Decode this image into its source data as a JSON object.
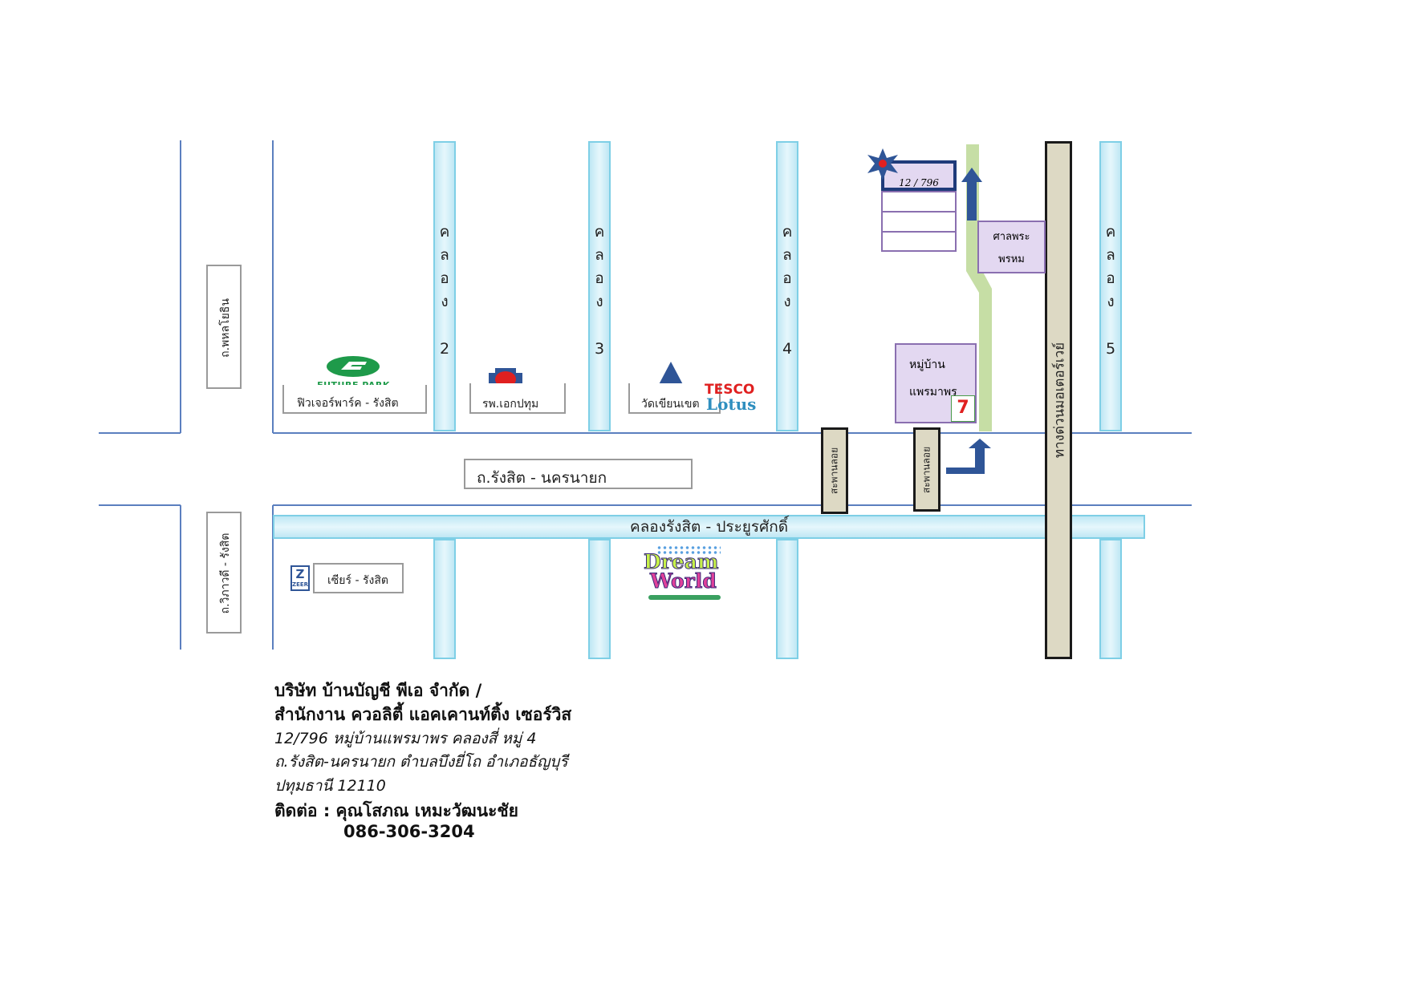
{
  "roads": {
    "phahonyothin": "ถ.พหลโยธิน",
    "wiphawadi": "ถ.วิภาวดี - รังสิต",
    "rangsit_nakhon_nayok": "ถ.รังสิต - นครนายก",
    "outer_ring": "ทางด่วนมอเตอร์เวย์"
  },
  "canals": {
    "rangsit_prayoonsak": "คลองรังสิต - ประยูรศักดิ์",
    "klong2": [
      "ค",
      "ล",
      "อ",
      "ง",
      "2"
    ],
    "klong3": [
      "ค",
      "ล",
      "อ",
      "ง",
      "3"
    ],
    "klong4": [
      "ค",
      "ล",
      "อ",
      "ง",
      "4"
    ],
    "klong5": [
      "ค",
      "ล",
      "อ",
      "ง",
      "5"
    ]
  },
  "bridges": {
    "left": "สะพานลอย",
    "right": "สะพานลอย"
  },
  "landmarks": {
    "future_park_logo": "FUTURE PARK RANGSIT",
    "future_park": "ฟิวเจอร์พาร์ค - รังสิต",
    "hospital": "รพ.เอกปทุม",
    "temple": "วัดเขียนเขต",
    "tesco_1": "TESCO",
    "tesco_2": "Lotus",
    "zeer_logo": "ZEER",
    "zeer": "เซียร์ - รังสิต",
    "dream_1": "Dream",
    "dream_2": "World",
    "shrine_1": "ศาลพระ",
    "shrine_2": "พรหม",
    "village_1": "หมู่บ้าน",
    "village_2": "แพรมาพร",
    "seven_eleven": "7",
    "house_number": "12 / 796"
  },
  "colors": {
    "canal": "#bfe7f4",
    "road_line": "#5b7fbf",
    "soi": "#c6dea5",
    "arrow": "#2f5597",
    "purple": "#e3d8f1"
  },
  "address": {
    "line1": "บริษัท บ้านบัญชี พีเอ จำกัด /",
    "line2": "สำนักงาน ควอลิตี้ แอคเคานท์ติ้ง เซอร์วิส",
    "line3": "12/796 หมู่บ้านแพรมาพร คลองสี่ หมู่ 4",
    "line4": "ถ.รังสิต-นครนายก  ตำบลบึงยี่โถ อำเภอธัญบุรี",
    "line5": "ปทุมธานี 12110",
    "contact": "ติดต่อ : คุณโสภณ  เหมะวัฒนะชัย",
    "phone": "086-306-3204"
  }
}
